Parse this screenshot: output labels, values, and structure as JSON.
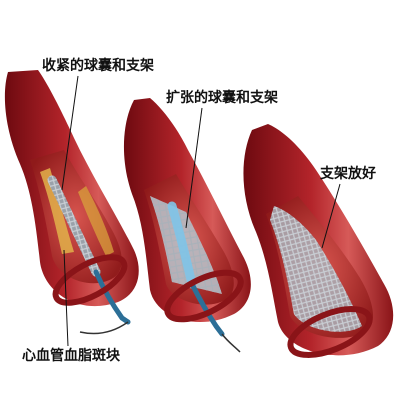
{
  "labels": {
    "collapsed_balloon_stent": "收紧的球囊和支架",
    "expanded_balloon_stent": "扩张的球囊和支架",
    "stent_placed": "支架放好",
    "plaque": "心血管血脂斑块"
  },
  "colors": {
    "artery_dark": "#7a0d12",
    "artery_mid": "#b3242a",
    "artery_light": "#d9595a",
    "lumen_inner": "#c13b35",
    "plaque": "#e2b24a",
    "stent_metal": "#8c939c",
    "balloon": "#7fc4e8",
    "catheter": "#2c6f97",
    "leader_line": "#111111"
  }
}
